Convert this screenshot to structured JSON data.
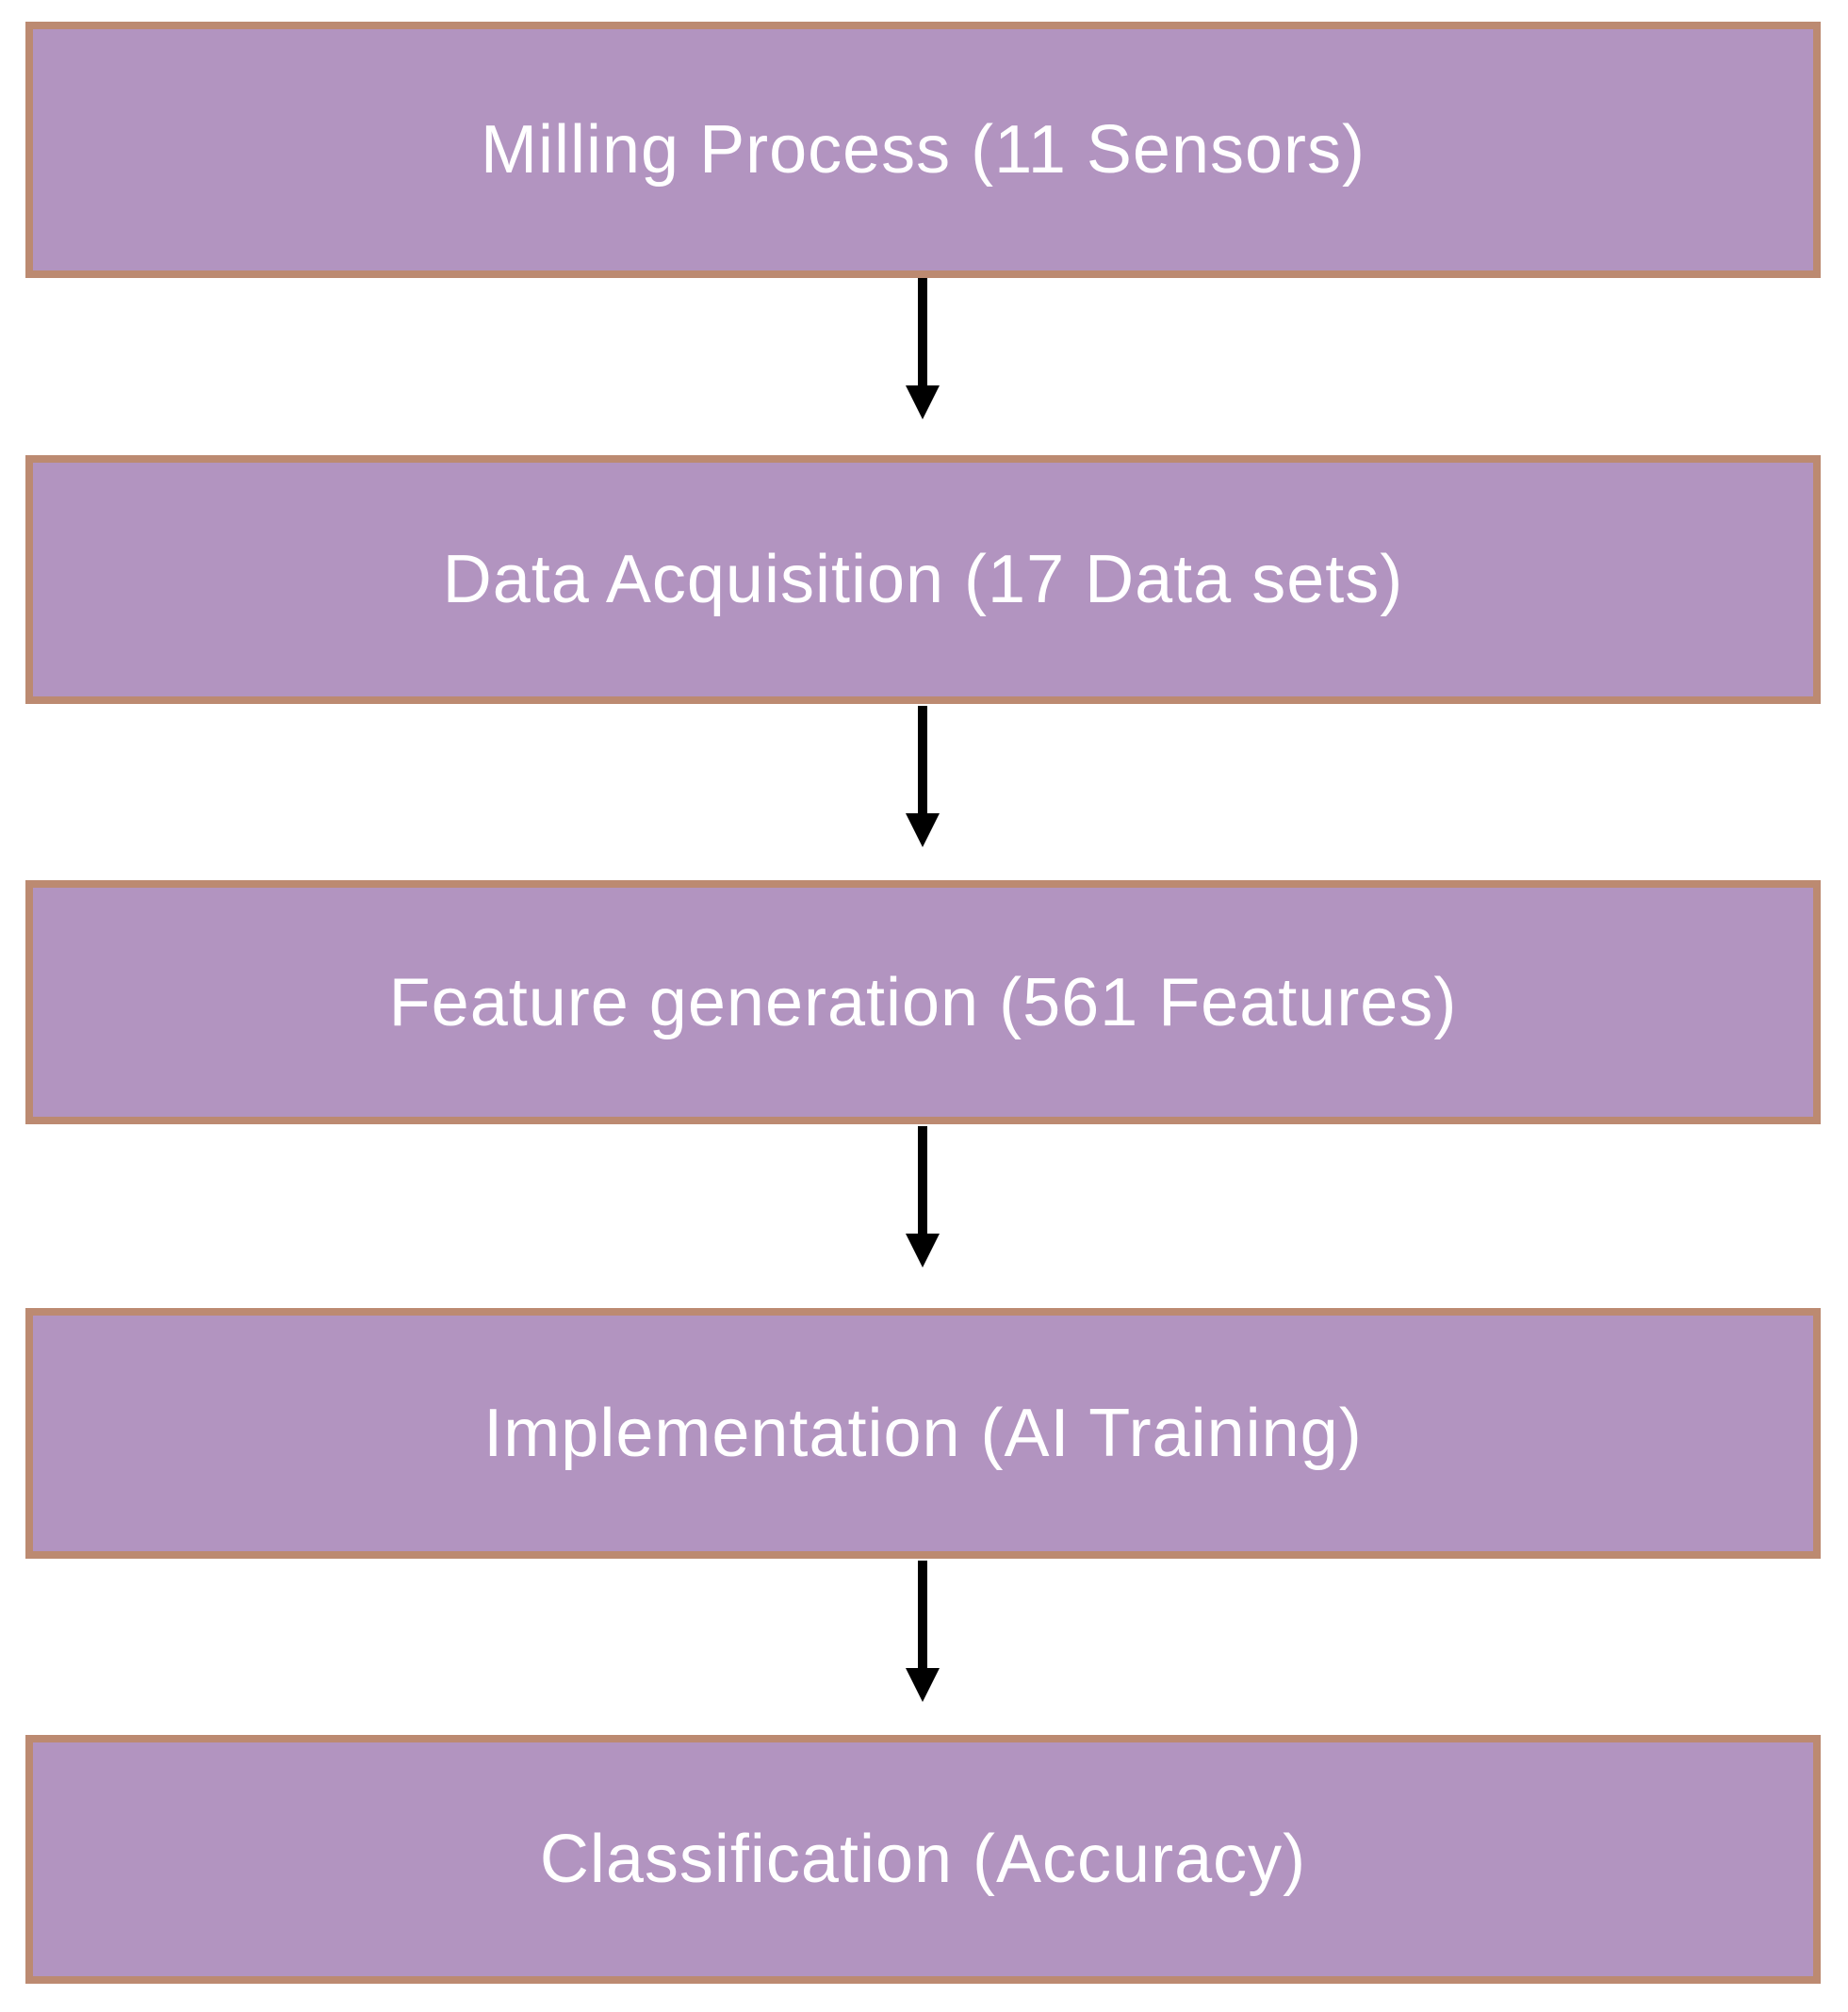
{
  "diagram": {
    "type": "flowchart",
    "direction": "top-down",
    "steps": [
      {
        "label": "Milling Process (11 Sensors)"
      },
      {
        "label": "Data Acquisition (17 Data sets)"
      },
      {
        "label": "Feature generation (561 Features)"
      },
      {
        "label": "Implementation (AI Training)"
      },
      {
        "label": "Classification (Accuracy)"
      }
    ],
    "connectors": [
      {
        "from": 0,
        "to": 1,
        "type": "arrow-down"
      },
      {
        "from": 1,
        "to": 2,
        "type": "arrow-down"
      },
      {
        "from": 2,
        "to": 3,
        "type": "arrow-down"
      },
      {
        "from": 3,
        "to": 4,
        "type": "arrow-down"
      }
    ],
    "colors": {
      "box_fill": "#B294C0",
      "box_border": "#BC8A71",
      "label_text": "#FFFFFF",
      "arrow": "#000000",
      "background": "#FFFFFF"
    }
  }
}
